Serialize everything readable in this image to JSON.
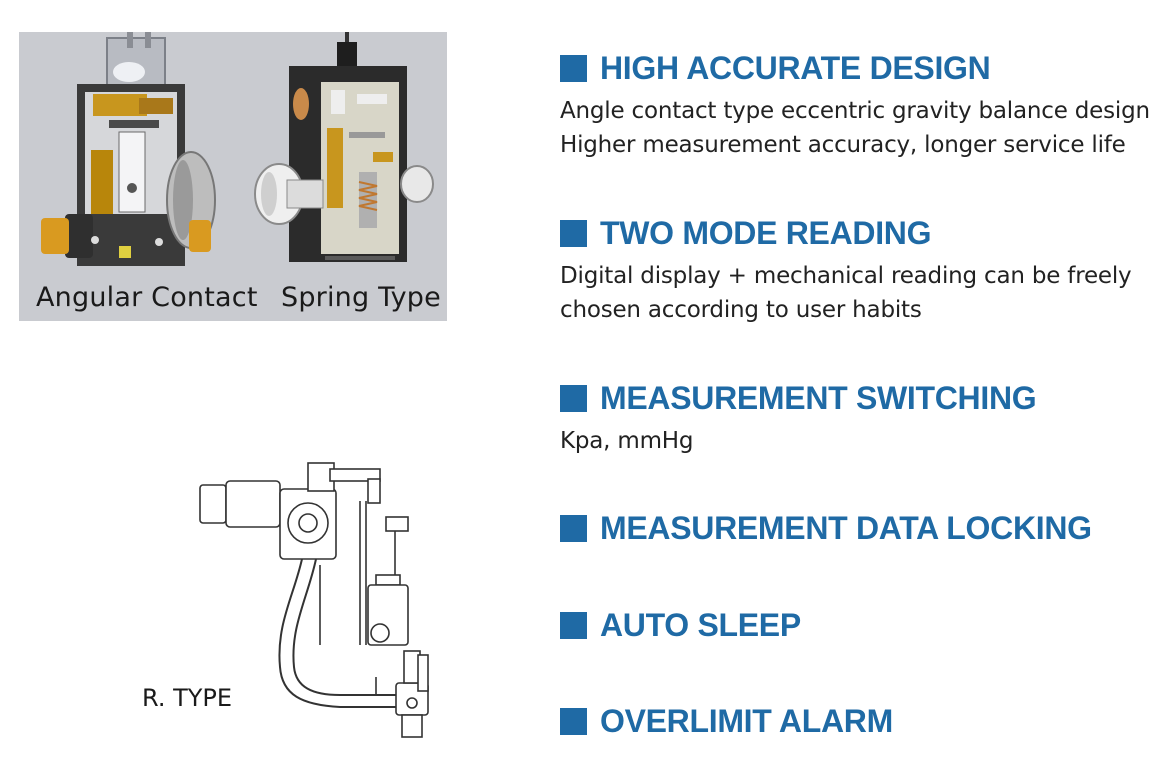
{
  "images": {
    "angular_caption": "Angular Contact",
    "spring_caption": "Spring Type",
    "rtype_caption": "R. TYPE"
  },
  "features": [
    {
      "title": "HIGH ACCURATE DESIGN",
      "lines": [
        "Angle contact type eccentric gravity balance design",
        "Higher measurement accuracy, longer service life"
      ]
    },
    {
      "title": "TWO MODE READING",
      "lines": [
        "Digital display + mechanical reading can be freely",
        "chosen according to user habits"
      ]
    },
    {
      "title": "MEASUREMENT SWITCHING",
      "lines": [
        "Kpa, mmHg"
      ]
    },
    {
      "title": "MEASUREMENT DATA LOCKING",
      "lines": []
    },
    {
      "title": "AUTO SLEEP",
      "lines": []
    },
    {
      "title": "OVERLIMIT ALARM",
      "lines": []
    }
  ],
  "colors": {
    "accent": "#1f6aa5",
    "panel_bg": "#c9cbd0",
    "gold": "#c8961e"
  }
}
